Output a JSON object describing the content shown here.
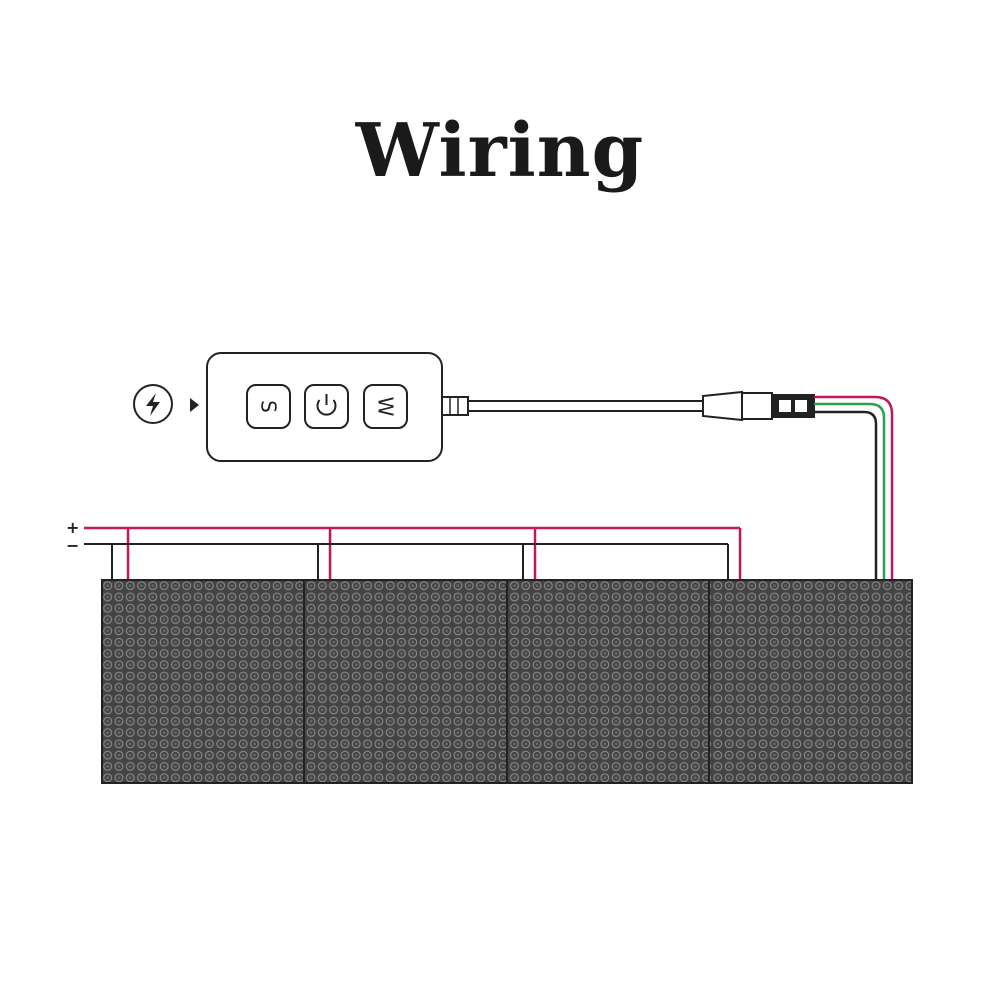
{
  "title": "Wiring",
  "controller": {
    "buttons": [
      {
        "label": "S",
        "icon": "S"
      },
      {
        "label": "power",
        "icon": "power-icon"
      },
      {
        "label": "W",
        "icon": "W"
      }
    ]
  },
  "power_input": {
    "icon": "lightning-bolt-icon"
  },
  "polarity": {
    "plus": "+",
    "minus": "−"
  },
  "colors": {
    "positive_wire": "#c2185b",
    "negative_wire": "#222222",
    "data_wire_green": "#2e9e4f",
    "panel_fill": "#3f3f3f"
  },
  "panels": [
    {
      "id": "panel-1"
    },
    {
      "id": "panel-2"
    },
    {
      "id": "panel-3"
    },
    {
      "id": "panel-4"
    }
  ]
}
